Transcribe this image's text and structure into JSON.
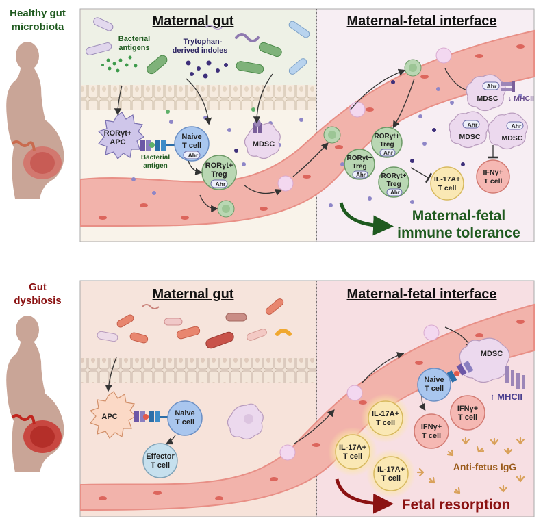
{
  "top": {
    "side_label": [
      "Healthy gut",
      "microbiota"
    ],
    "gut_title": "Maternal gut",
    "interface_title": "Maternal-fetal interface",
    "bacterial_antigens": [
      "Bacterial",
      "antigens"
    ],
    "indoles": [
      "Trytophan-",
      "derived indoles"
    ],
    "apc": [
      "RORγt+",
      "APC"
    ],
    "bacterial_antigen": [
      "Bacterial",
      "antigen"
    ],
    "naive": [
      "Naive",
      "T cell"
    ],
    "ahr": "Ahr",
    "treg": [
      "RORγt+",
      "Treg"
    ],
    "mdsc": "MDSC",
    "mhcii_low": "↓ MHCII",
    "il17": [
      "IL-17A+",
      "T cell"
    ],
    "ifng": [
      "IFNγ+",
      "T cell"
    ],
    "outcome": [
      "Maternal-fetal",
      "immune tolerance"
    ]
  },
  "bottom": {
    "side_label": [
      "Gut",
      "dysbiosis"
    ],
    "gut_title": "Maternal gut",
    "interface_title": "Maternal-fetal interface",
    "apc": "APC",
    "naive": [
      "Naive",
      "T cell"
    ],
    "effector": [
      "Effector",
      "T cell"
    ],
    "mdsc": "MDSC",
    "mhcii_high": "↑ MHCII",
    "il17": [
      "IL-17A+",
      "T cell"
    ],
    "ifng": [
      "IFNγ+",
      "T cell"
    ],
    "igg": "Anti-fetus IgG",
    "outcome": "Fetal resorption"
  },
  "colors": {
    "healthy_green": "#1f5a1f",
    "dysbiosis_red": "#8b1212",
    "vessel": "#f2b3ab",
    "treg_green": "#b9d7b3",
    "naive_blue": "#a9c6ee",
    "il17_yellow": "#fae8b4",
    "ifng_pink": "#f5b8b3",
    "mdsc_lilac": "#ecd9ee"
  }
}
